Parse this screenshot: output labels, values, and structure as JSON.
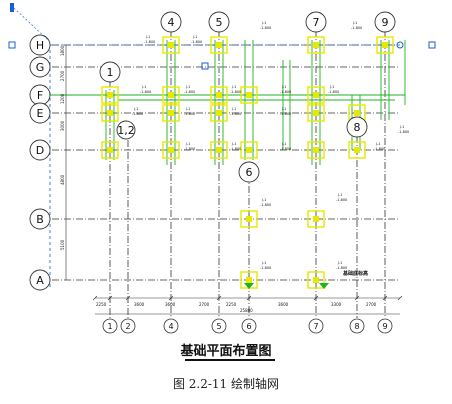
{
  "drawing": {
    "title": "基础平面布置图",
    "caption": "图 2.2-11 绘制轴网"
  },
  "axes": {
    "vertical_top": [
      "4",
      "5",
      "7",
      "9"
    ],
    "vertical_upper_extra": [
      "1"
    ],
    "vertical_mid_extra": [
      "8",
      "6"
    ],
    "vertical_bottom": [
      "1",
      "2",
      "4",
      "5",
      "6",
      "7",
      "8",
      "9"
    ],
    "horizontal": [
      "H",
      "G",
      "F",
      "E",
      "D",
      "B",
      "A"
    ],
    "misc_bubble": "1,2"
  },
  "dimensions": {
    "bottom_segments": [
      "2250",
      "3600",
      "3600",
      "2700",
      "2250",
      "3600",
      "3300",
      "2700"
    ],
    "bottom_total": "25800",
    "left_segments": [
      "1800",
      "2700",
      "1200",
      "3000",
      "4800",
      "5100"
    ]
  },
  "footing": {
    "tag": "J-1",
    "elevation": "-1.800",
    "note": "基础底标高"
  },
  "colors": {
    "axis": "#333333",
    "grid_green": "#1fb21f",
    "footing_yellow": "#e8e800",
    "selection_blue": "#1a5fd6",
    "text": "#111111"
  }
}
